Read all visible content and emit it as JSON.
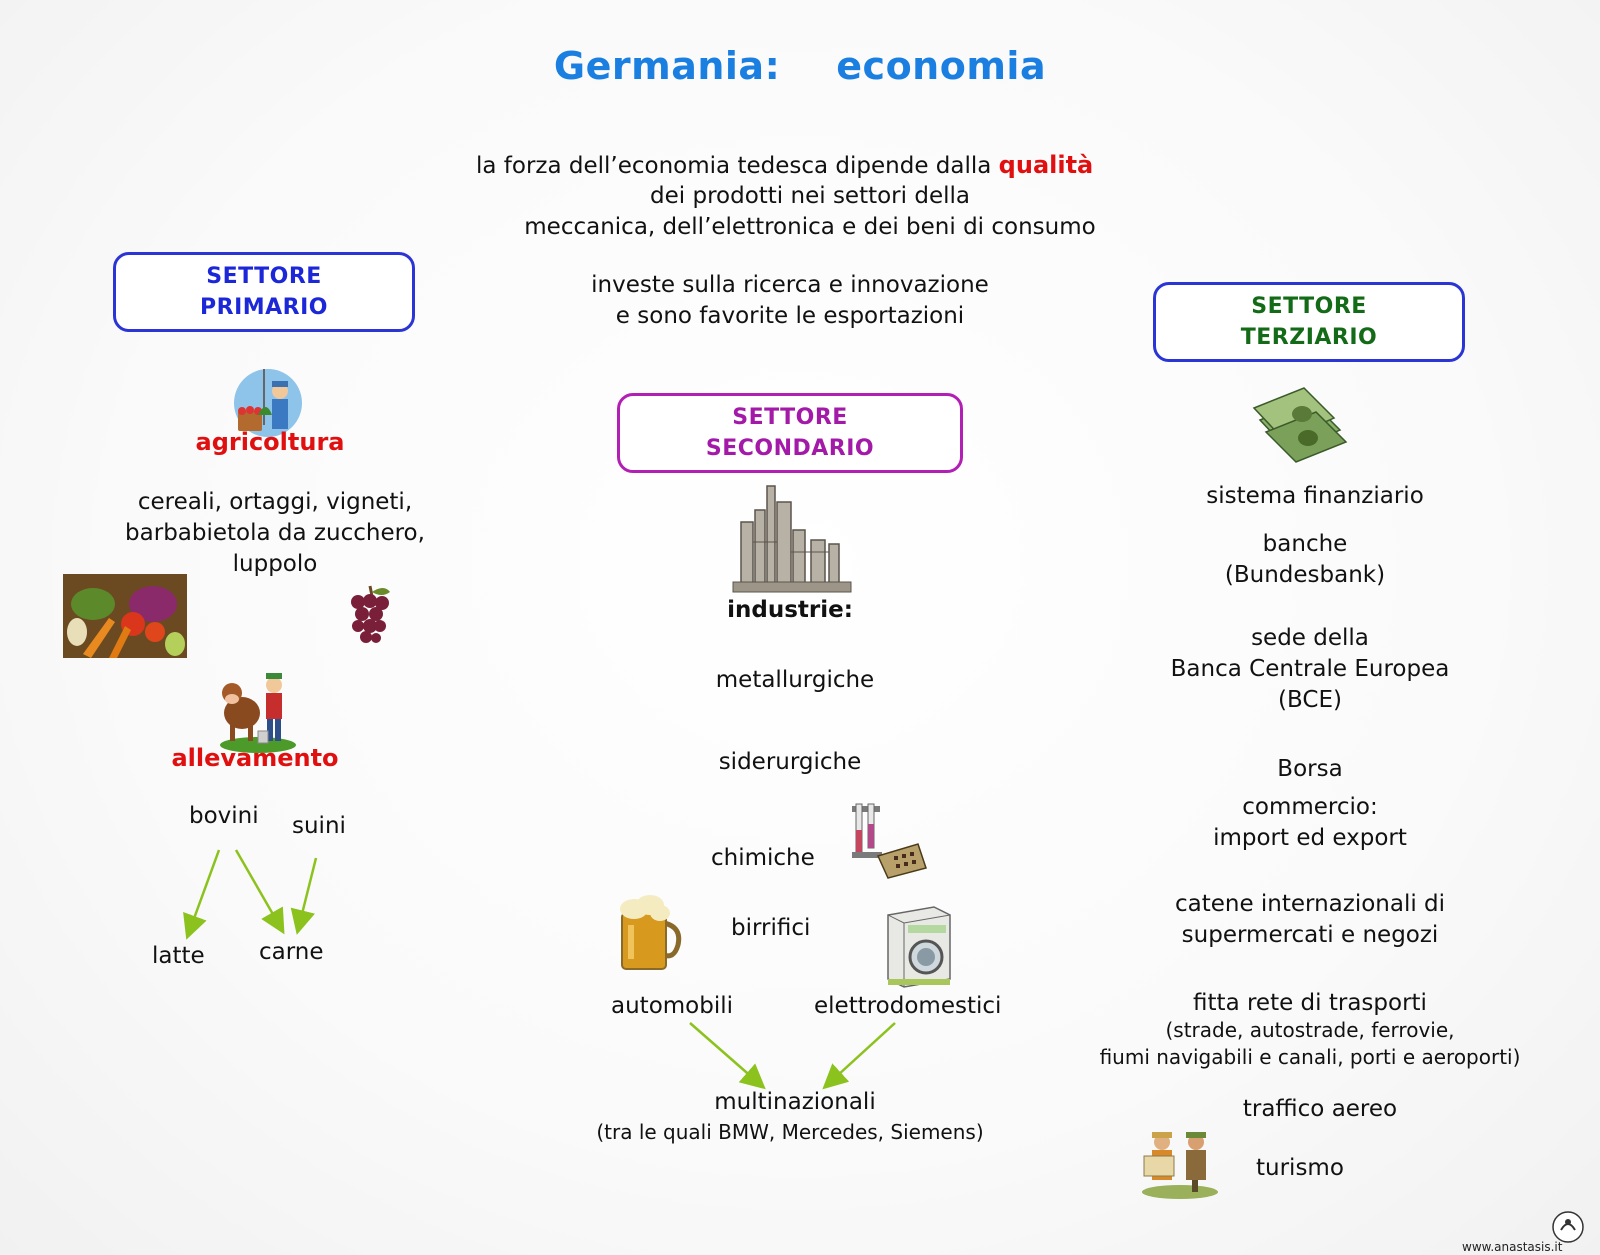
{
  "title": {
    "country": "Germania:",
    "topic": "economia"
  },
  "intro": {
    "line1_pre": "la forza  dell’economia  tedesca  dipende  dalla",
    "line1_highlight": "qualità",
    "line2": "dei  prodotti  nei  settori  della",
    "line3": "meccanica,   dell’elettronica   e  dei  beni  di  consumo",
    "line4": "investe  sulla  ricerca  e  innovazione",
    "line5": "e  sono  favorite  le  esportazioni"
  },
  "colors": {
    "title": "#1a7fe0",
    "primary": "#1c28d8",
    "secondary": "#a41aa8",
    "tertiary": "#136b17",
    "highlight": "#e01010",
    "arrow": "#8cc21e"
  },
  "primary": {
    "box_line1": "SETTORE",
    "box_line2": "PRIMARIO",
    "agriculture_label": "agricoltura",
    "crops_line1": "cereali,  ortaggi,  vigneti,",
    "crops_line2": "barbabietola  da  zucchero,",
    "crops_line3": "luppolo",
    "livestock_label": "allevamento",
    "livestock": {
      "bovini": "bovini",
      "suini": "suini",
      "latte": "latte",
      "carne": "carne"
    }
  },
  "secondary": {
    "box_line1": "SETTORE",
    "box_line2": "SECONDARIO",
    "industries_label": "industrie:",
    "items": {
      "metallurgiche": "metallurgiche",
      "siderurgiche": "siderurgiche",
      "chimiche": "chimiche",
      "birrifici": "birrifici",
      "automobili": "automobili",
      "elettrodomestici": "elettrodomestici"
    },
    "multinational": "multinazionali",
    "multinational_note": "(tra  le  quali  BMW,  Mercedes,  Siemens)"
  },
  "tertiary": {
    "box_line1": "SETTORE",
    "box_line2": "TERZIARIO",
    "financial": "sistema   finanziario",
    "banks_line1": "banche",
    "banks_line2": "(Bundesbank)",
    "ecb_line1": "sede  della",
    "ecb_line2": "Banca  Centrale  Europea",
    "ecb_line3": "(BCE)",
    "exchange": "Borsa",
    "commerce_line1": "commercio:",
    "commerce_line2": "import  ed  export",
    "chains_line1": "catene   internazionali   di",
    "chains_line2": "supermercati  e  negozi",
    "transport_line1": "fitta  rete  di  trasporti",
    "transport_line2": "(strade,  autostrade,  ferrovie,",
    "transport_line3": "fiumi  navigabili  e  canali,  porti  e  aeroporti)",
    "air": "traffico  aereo",
    "tourism": "turismo"
  },
  "footer": {
    "website": "www.anastasis.it"
  }
}
